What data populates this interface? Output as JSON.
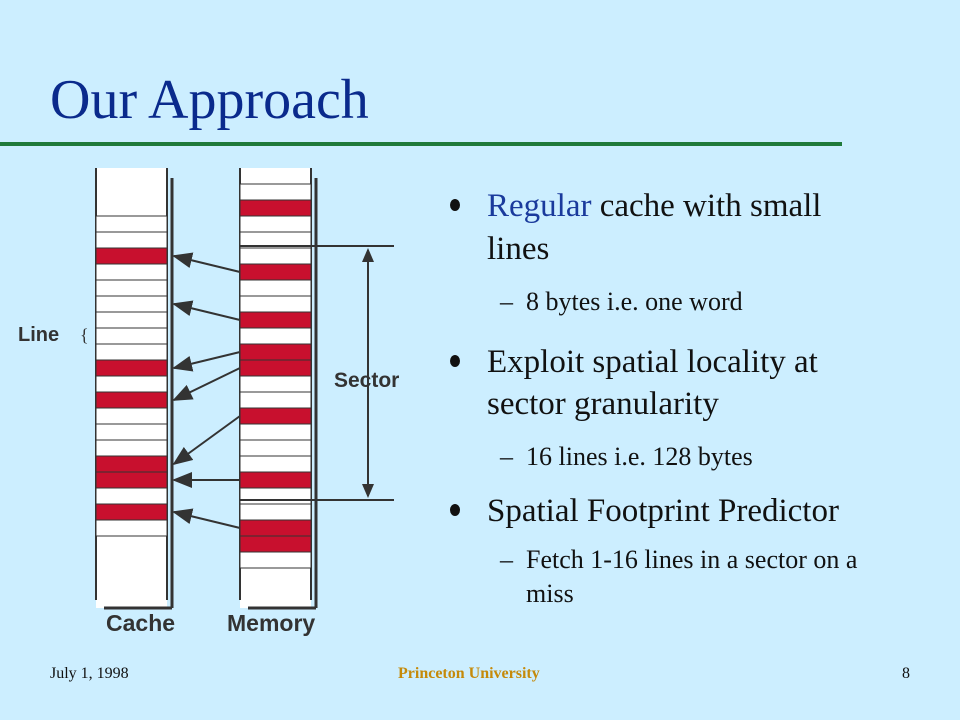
{
  "slide": {
    "title": "Our Approach"
  },
  "diagram": {
    "line_label": "Line",
    "line_brace": "{",
    "sector_label": "Sector",
    "cache_label": "Cache",
    "memory_label": "Memory",
    "cache_rows": [
      0,
      0,
      1,
      0,
      0,
      0,
      0,
      0,
      0,
      1,
      0,
      1,
      0,
      0,
      0,
      1,
      1,
      0,
      1,
      0
    ],
    "memory_rows": [
      0,
      1,
      0,
      0,
      0,
      1,
      0,
      0,
      1,
      0,
      1,
      1,
      0,
      0,
      1,
      0,
      0,
      0,
      1,
      0,
      0,
      1,
      1,
      0
    ],
    "arrow_links": [
      [
        5,
        2
      ],
      [
        8,
        5
      ],
      [
        10,
        9
      ],
      [
        11,
        11
      ],
      [
        14,
        15
      ],
      [
        18,
        16
      ],
      [
        21,
        18
      ]
    ],
    "colors": {
      "filled": "#c8102e",
      "empty": "#ffffff",
      "rule": "#1f7a3a",
      "title": "#0a2a8c",
      "footer_org": "#c58a0a"
    }
  },
  "bullets": [
    {
      "highlight": "Regular",
      "text": " cache with small lines",
      "sub": "8 bytes  i.e. one word"
    },
    {
      "highlight": "",
      "text": "Exploit spatial locality at sector granularity",
      "sub": "16 lines  i.e. 128 bytes"
    },
    {
      "highlight": "",
      "text": "Spatial Footprint Predictor",
      "sub": "Fetch 1-16 lines in a sector on a miss"
    }
  ],
  "footer": {
    "date": "July 1, 1998",
    "organization": "Princeton University",
    "page": "8"
  }
}
